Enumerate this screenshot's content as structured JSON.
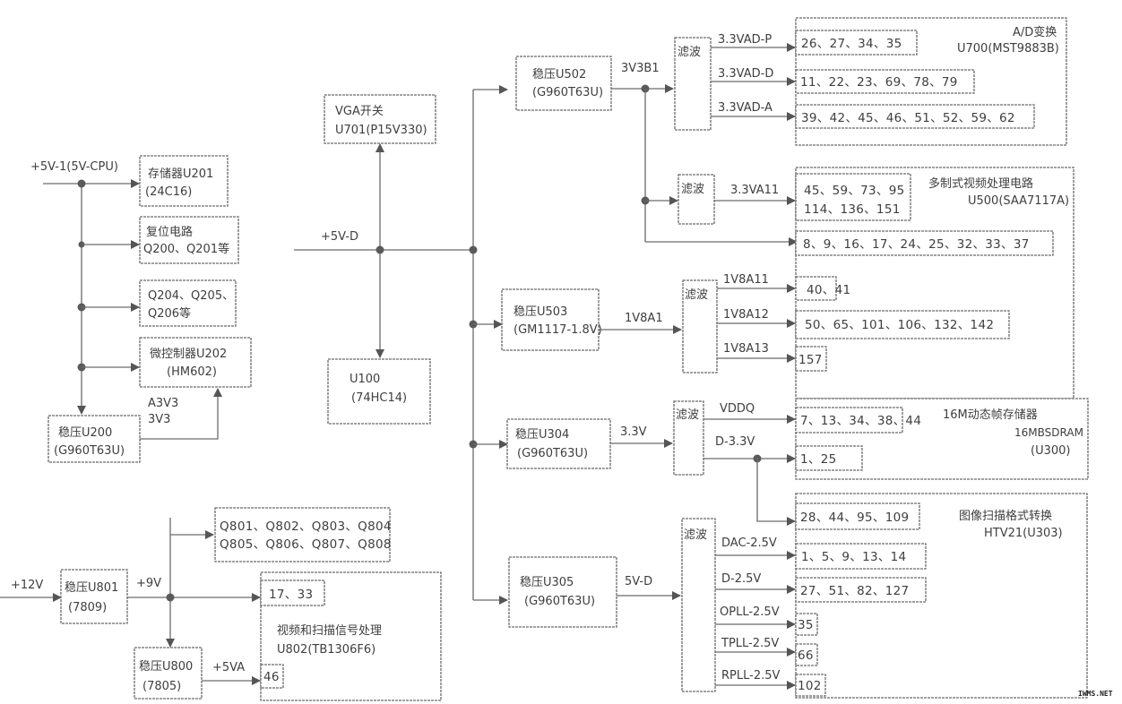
{
  "diagram": {
    "title": "",
    "colors": {
      "line": "#6a6a6a",
      "text": "#3e3e3e",
      "background": "#ffffff"
    },
    "cpu_section": {
      "rail_label": "+5V-1(5V-CPU)",
      "memory": {
        "line1": "存储器U201",
        "line2": "(24C16)"
      },
      "reset": {
        "line1": "复位电路",
        "line2": "Q200、Q201等"
      },
      "transistors": {
        "line1": "Q204、Q205、",
        "line2": "Q206等"
      },
      "mcu": {
        "line1": "微控制器U202",
        "line2": "(HM602)"
      },
      "regulator": {
        "line1": "稳压U200",
        "line2": "(G960T63U)"
      },
      "reg_output": {
        "line1": "A3V3",
        "line2": "3V3"
      }
    },
    "video_scan_section": {
      "rail_label": "+12V",
      "reg_u801": {
        "line1": "稳压U801",
        "line2": "(7809)"
      },
      "out_9v": "+9V",
      "q_group": {
        "line1": "Q801、Q802、Q803、Q804",
        "line2": "Q805、Q806、Q807、Q808"
      },
      "reg_u800": {
        "line1": "稳压U800",
        "line2": "(7805)"
      },
      "out_5va": "+5VA",
      "u802": {
        "line1": "视频和扫描信号处理",
        "line2": "U802(TB1306F6)",
        "pins_9v": "17、33",
        "pins_5va": "46"
      }
    },
    "digital_section": {
      "rail_label": "+5V-D",
      "vga_switch": {
        "line1": "VGA开关",
        "line2": "U701(P15V330)"
      },
      "u100": {
        "line1": "U100",
        "line2": "(74HC14)"
      }
    },
    "u502_chain": {
      "regulator": {
        "line1": "稳压U502",
        "line2": "(G960T63U)"
      },
      "output": "3V3B1",
      "filter1": "滤波",
      "branches": [
        {
          "label": "3.3VAD-P",
          "pins": "26、27、34、35"
        },
        {
          "label": "3.3VAD-D",
          "pins": "11、22、23、69、78、79"
        },
        {
          "label": "3.3VAD-A",
          "pins": "39、42、45、46、51、52、59、62"
        }
      ],
      "u700": {
        "line1": "A/D变换",
        "line2": "U700(MST9883B)"
      },
      "filter2": "滤波",
      "va11": {
        "label": "3.3VA11",
        "pins_line1": "45、59、73、95",
        "pins_line2": "114、136、151"
      },
      "direct_pins": "8、9、16、17、24、25、32、33、37"
    },
    "u500": {
      "line1": "多制式视频处理电路",
      "line2": "U500(SAA7117A)"
    },
    "u503_chain": {
      "regulator": {
        "line1": "稳压U503",
        "line2": "(GM1117-1.8V)"
      },
      "output": "1V8A1",
      "filter": "滤波",
      "branches": [
        {
          "label": "1V8A11",
          "pins": "40、41"
        },
        {
          "label": "1V8A12",
          "pins": "50、65、101、106、132、142"
        },
        {
          "label": "1V8A13",
          "pins": "157"
        }
      ]
    },
    "u304_chain": {
      "regulator": {
        "line1": "稳压U304",
        "line2": "(G960T63U)"
      },
      "output": "3.3V",
      "filter": "滤波",
      "branches": [
        {
          "label": "VDDQ",
          "pins": "7、13、34、38、44"
        },
        {
          "label": "D-3.3V",
          "pins": "1、25"
        }
      ],
      "u300": {
        "line1": "16M动态帧存储器",
        "line2": "16MBSDRAM",
        "line3": "(U300)"
      }
    },
    "u305_chain": {
      "regulator": {
        "line1": "稳压U305",
        "line2": "(G960T63U)"
      },
      "output": "5V-D",
      "filter": "滤波",
      "d33_pins": "28、44、95、109",
      "branches": [
        {
          "label": "DAC-2.5V",
          "pins": "1、5、9、13、14"
        },
        {
          "label": "D-2.5V",
          "pins": "27、51、82、127"
        },
        {
          "label": "OPLL-2.5V",
          "pins": "35"
        },
        {
          "label": "TPLL-2.5V",
          "pins": "66"
        },
        {
          "label": "RPLL-2.5V",
          "pins": "102"
        }
      ],
      "u303": {
        "line1": "图像扫描格式转换",
        "line2": "HTV21(U303)"
      }
    },
    "watermark": "IWMS.NET"
  }
}
